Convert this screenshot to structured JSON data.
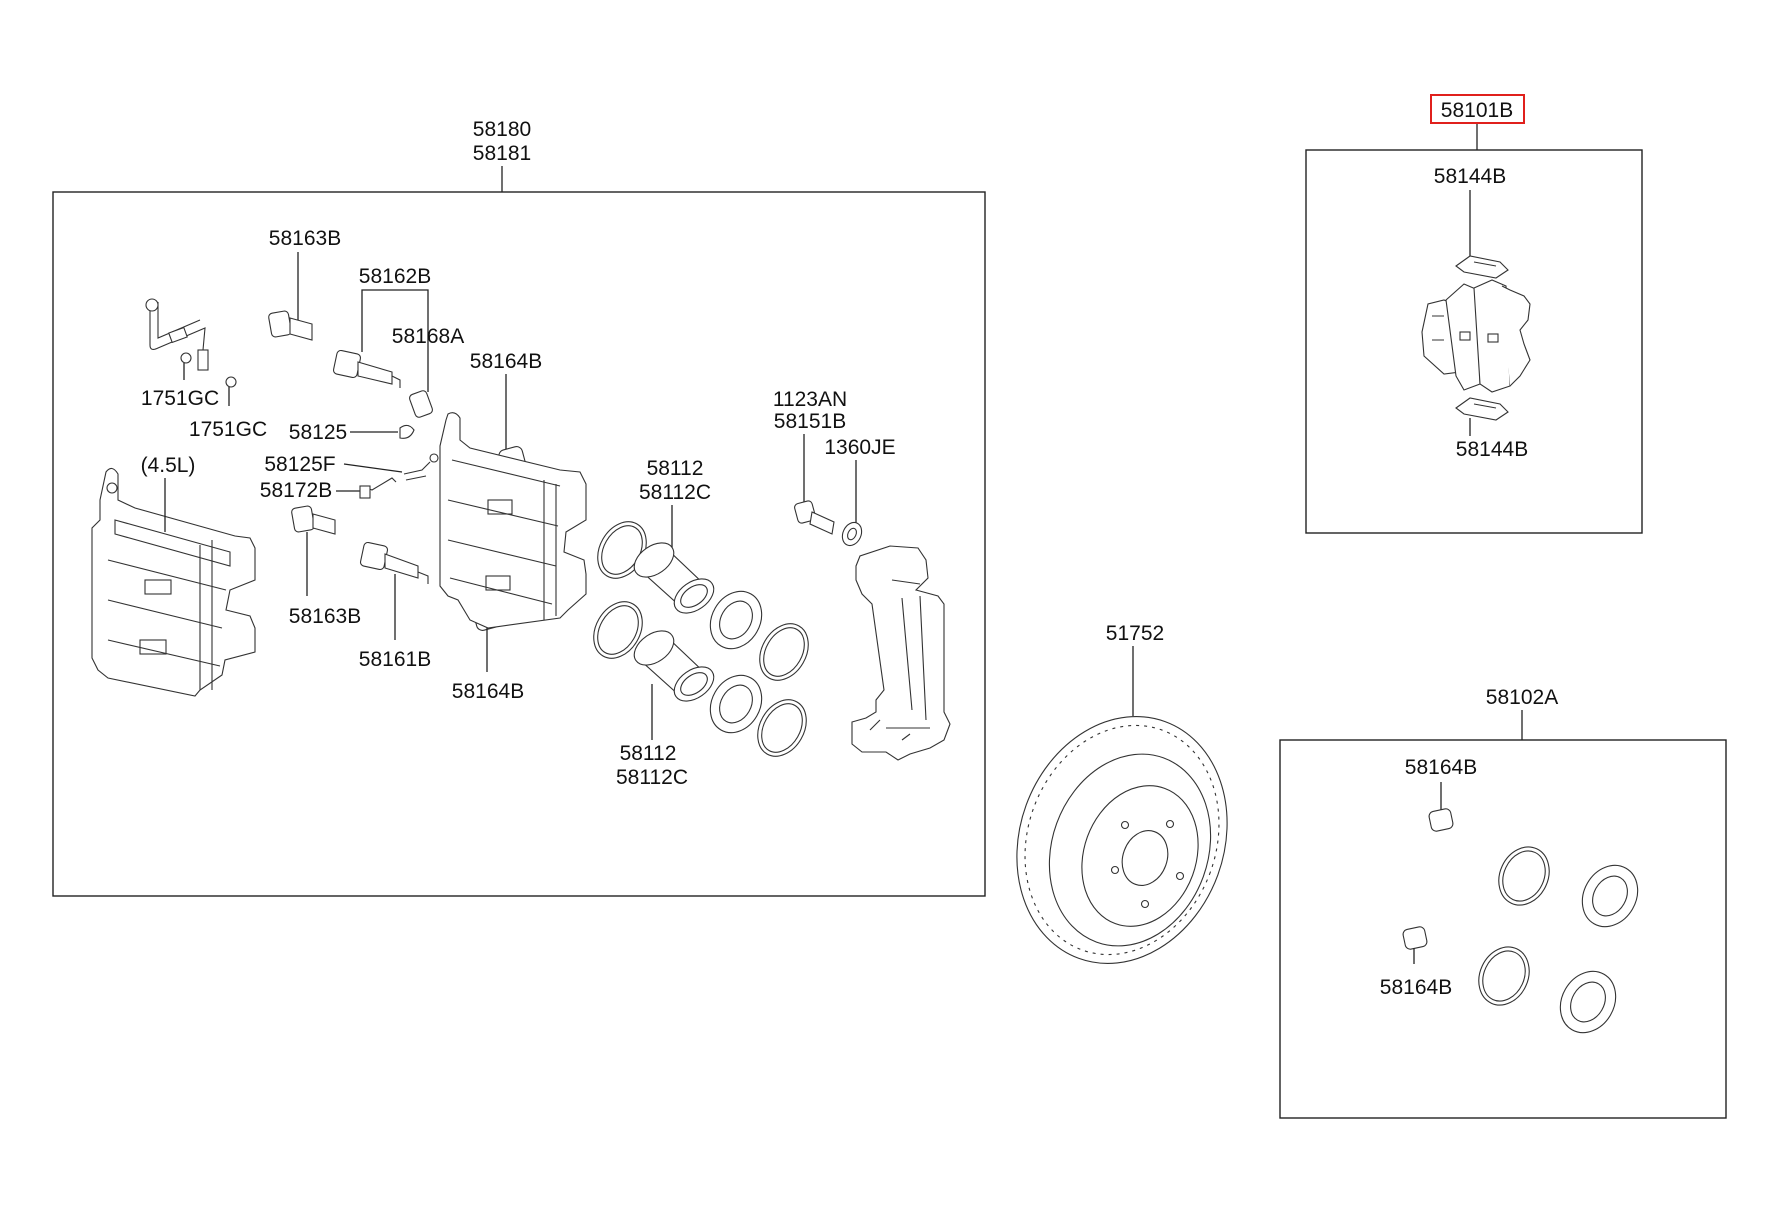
{
  "diagram": {
    "groups": {
      "caliper_assembly": {
        "top": "58180",
        "bottom": "58181"
      },
      "pad_kit": "58101B",
      "seal_kit": "58102A"
    },
    "labels": {
      "bleed_screw": "58163B",
      "guide_rod_top_label": "58162B",
      "boot_label": "58168A",
      "bushing_top": "58164B",
      "hose_clip_a": "1751GC",
      "hose_clip_b": "1751GC",
      "pad_note": "(4.5L)",
      "clip_58125": "58125",
      "bracket_58125f": "58125F",
      "wear_sensor": "58172B",
      "bolt_lower": "58163B",
      "guide_rod_lower": "58161B",
      "bushing_lower": "58164B",
      "piston_upper_a": "58112",
      "piston_upper_b": "58112C",
      "piston_lower_a": "58112",
      "piston_lower_b": "58112C",
      "bolt_1123an": "1123AN",
      "bolt_58151b": "58151B",
      "washer_1360je": "1360JE",
      "disc": "51752",
      "pad_clip_top": "58144B",
      "pad_clip_bottom": "58144B",
      "kit_bushing_top": "58164B",
      "kit_bushing_bottom": "58164B"
    }
  }
}
